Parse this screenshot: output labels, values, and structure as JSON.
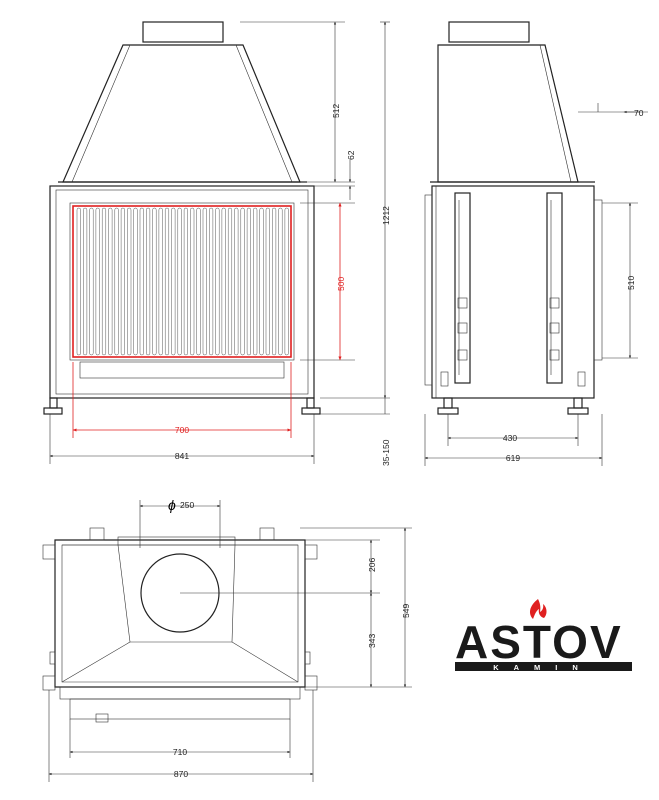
{
  "front": {
    "d512": "512",
    "d62": "62",
    "d500": "500",
    "d1212": "1212",
    "d700": "700",
    "d841": "841",
    "d35150": "35-150"
  },
  "side": {
    "d70": "70",
    "d510": "510",
    "d430": "430",
    "d619": "619"
  },
  "top": {
    "dia": "250",
    "d206": "206",
    "d343": "343",
    "d549": "549",
    "d710": "710",
    "d870": "870"
  },
  "logo": {
    "name": "ASTOV",
    "sub": "KAMIN"
  },
  "colors": {
    "accent": "#e02020",
    "logo": "#1a1a1a"
  }
}
